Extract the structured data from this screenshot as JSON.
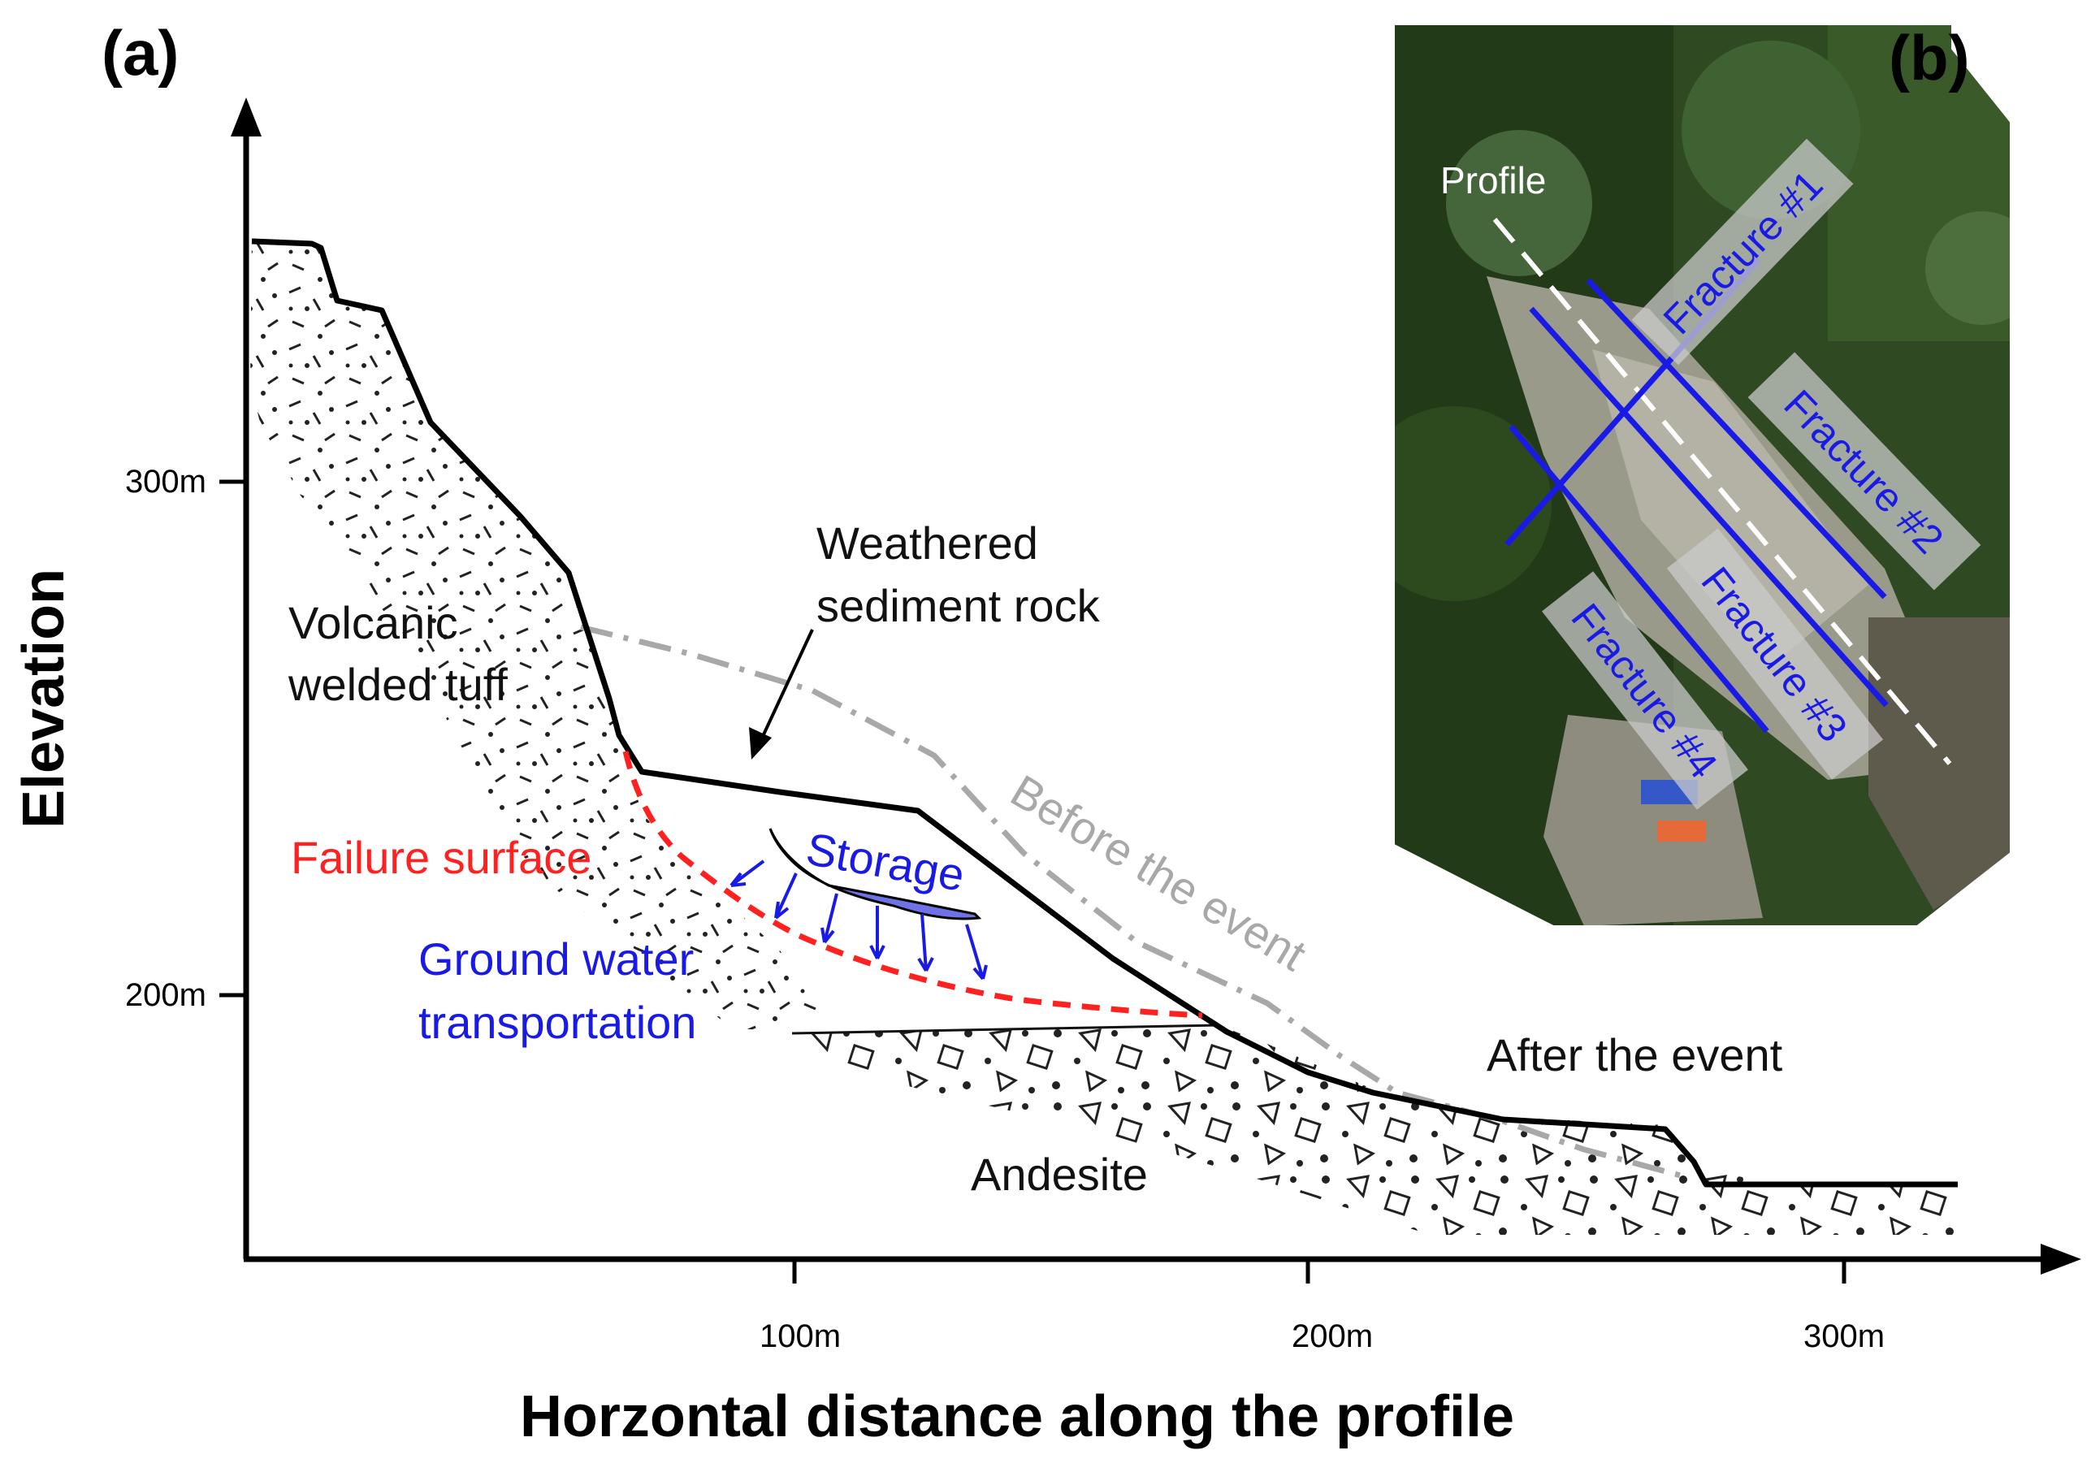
{
  "panel_a": {
    "tag": "(a)",
    "y_axis_title": "Elevation",
    "x_axis_title": "Horzontal distance along the profile",
    "y_ticks": [
      "300m",
      "200m"
    ],
    "x_ticks": [
      "100m",
      "200m",
      "300m"
    ],
    "labels": {
      "weathered_line1": "Weathered",
      "weathered_line2": "sediment rock",
      "volcanic_line1": "Volcanic",
      "volcanic_line2": "welded tuff",
      "failure_surface": "Failure surface",
      "storage": "Storage",
      "groundwater_line1": "Ground water",
      "groundwater_line2": "transportation",
      "before_event": "Before the event",
      "after_event": "After the event",
      "andesite": "Andesite"
    },
    "colors": {
      "failure_surface": "#ff2020",
      "groundwater": "#1a1ae6",
      "storage_fill": "#6f72e6",
      "before_event_line": "#a8a8a8",
      "after_event_line": "#000000"
    }
  },
  "panel_b": {
    "tag": "(b)",
    "profile_label": "Profile",
    "fractures": [
      "Fracture #1",
      "Fracture #2",
      "Fracture #3",
      "Fracture #4"
    ],
    "colors": {
      "fracture_line": "#1a1ae6",
      "profile_line": "#ffffff"
    }
  }
}
